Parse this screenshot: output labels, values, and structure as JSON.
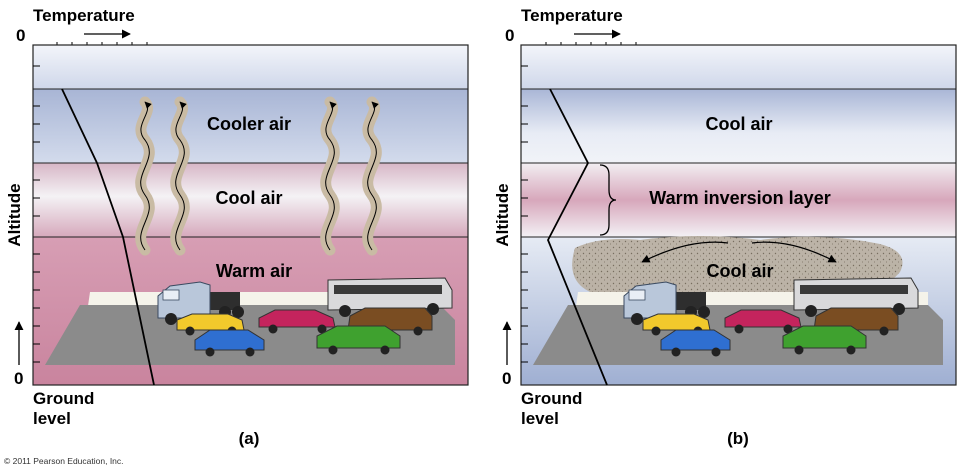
{
  "panel_a": {
    "temperature_label": "Temperature",
    "temp_zero": "0",
    "altitude_label": "Altitude",
    "alt_zero": "0",
    "ground_line1": "Ground",
    "ground_line2": "level",
    "layers": [
      "Cooler air",
      "Cool air",
      "Warm air"
    ],
    "caption": "(a)"
  },
  "panel_b": {
    "temperature_label": "Temperature",
    "temp_zero": "0",
    "altitude_label": "Altitude",
    "alt_zero": "0",
    "ground_line1": "Ground",
    "ground_line2": "level",
    "layers": [
      "Cool air",
      "Warm inversion layer",
      "Cool air"
    ],
    "caption": "(b)"
  },
  "copyright": "© 2011 Pearson Education, Inc.",
  "colors": {
    "sky_top": "#dfe6f2",
    "cool_blue": "#a9b6d6",
    "warm_pink": "#dba3b8",
    "warm_deep": "#cf8ca5",
    "road_gray": "#8c8c8c",
    "smog": "#b7aea0"
  }
}
